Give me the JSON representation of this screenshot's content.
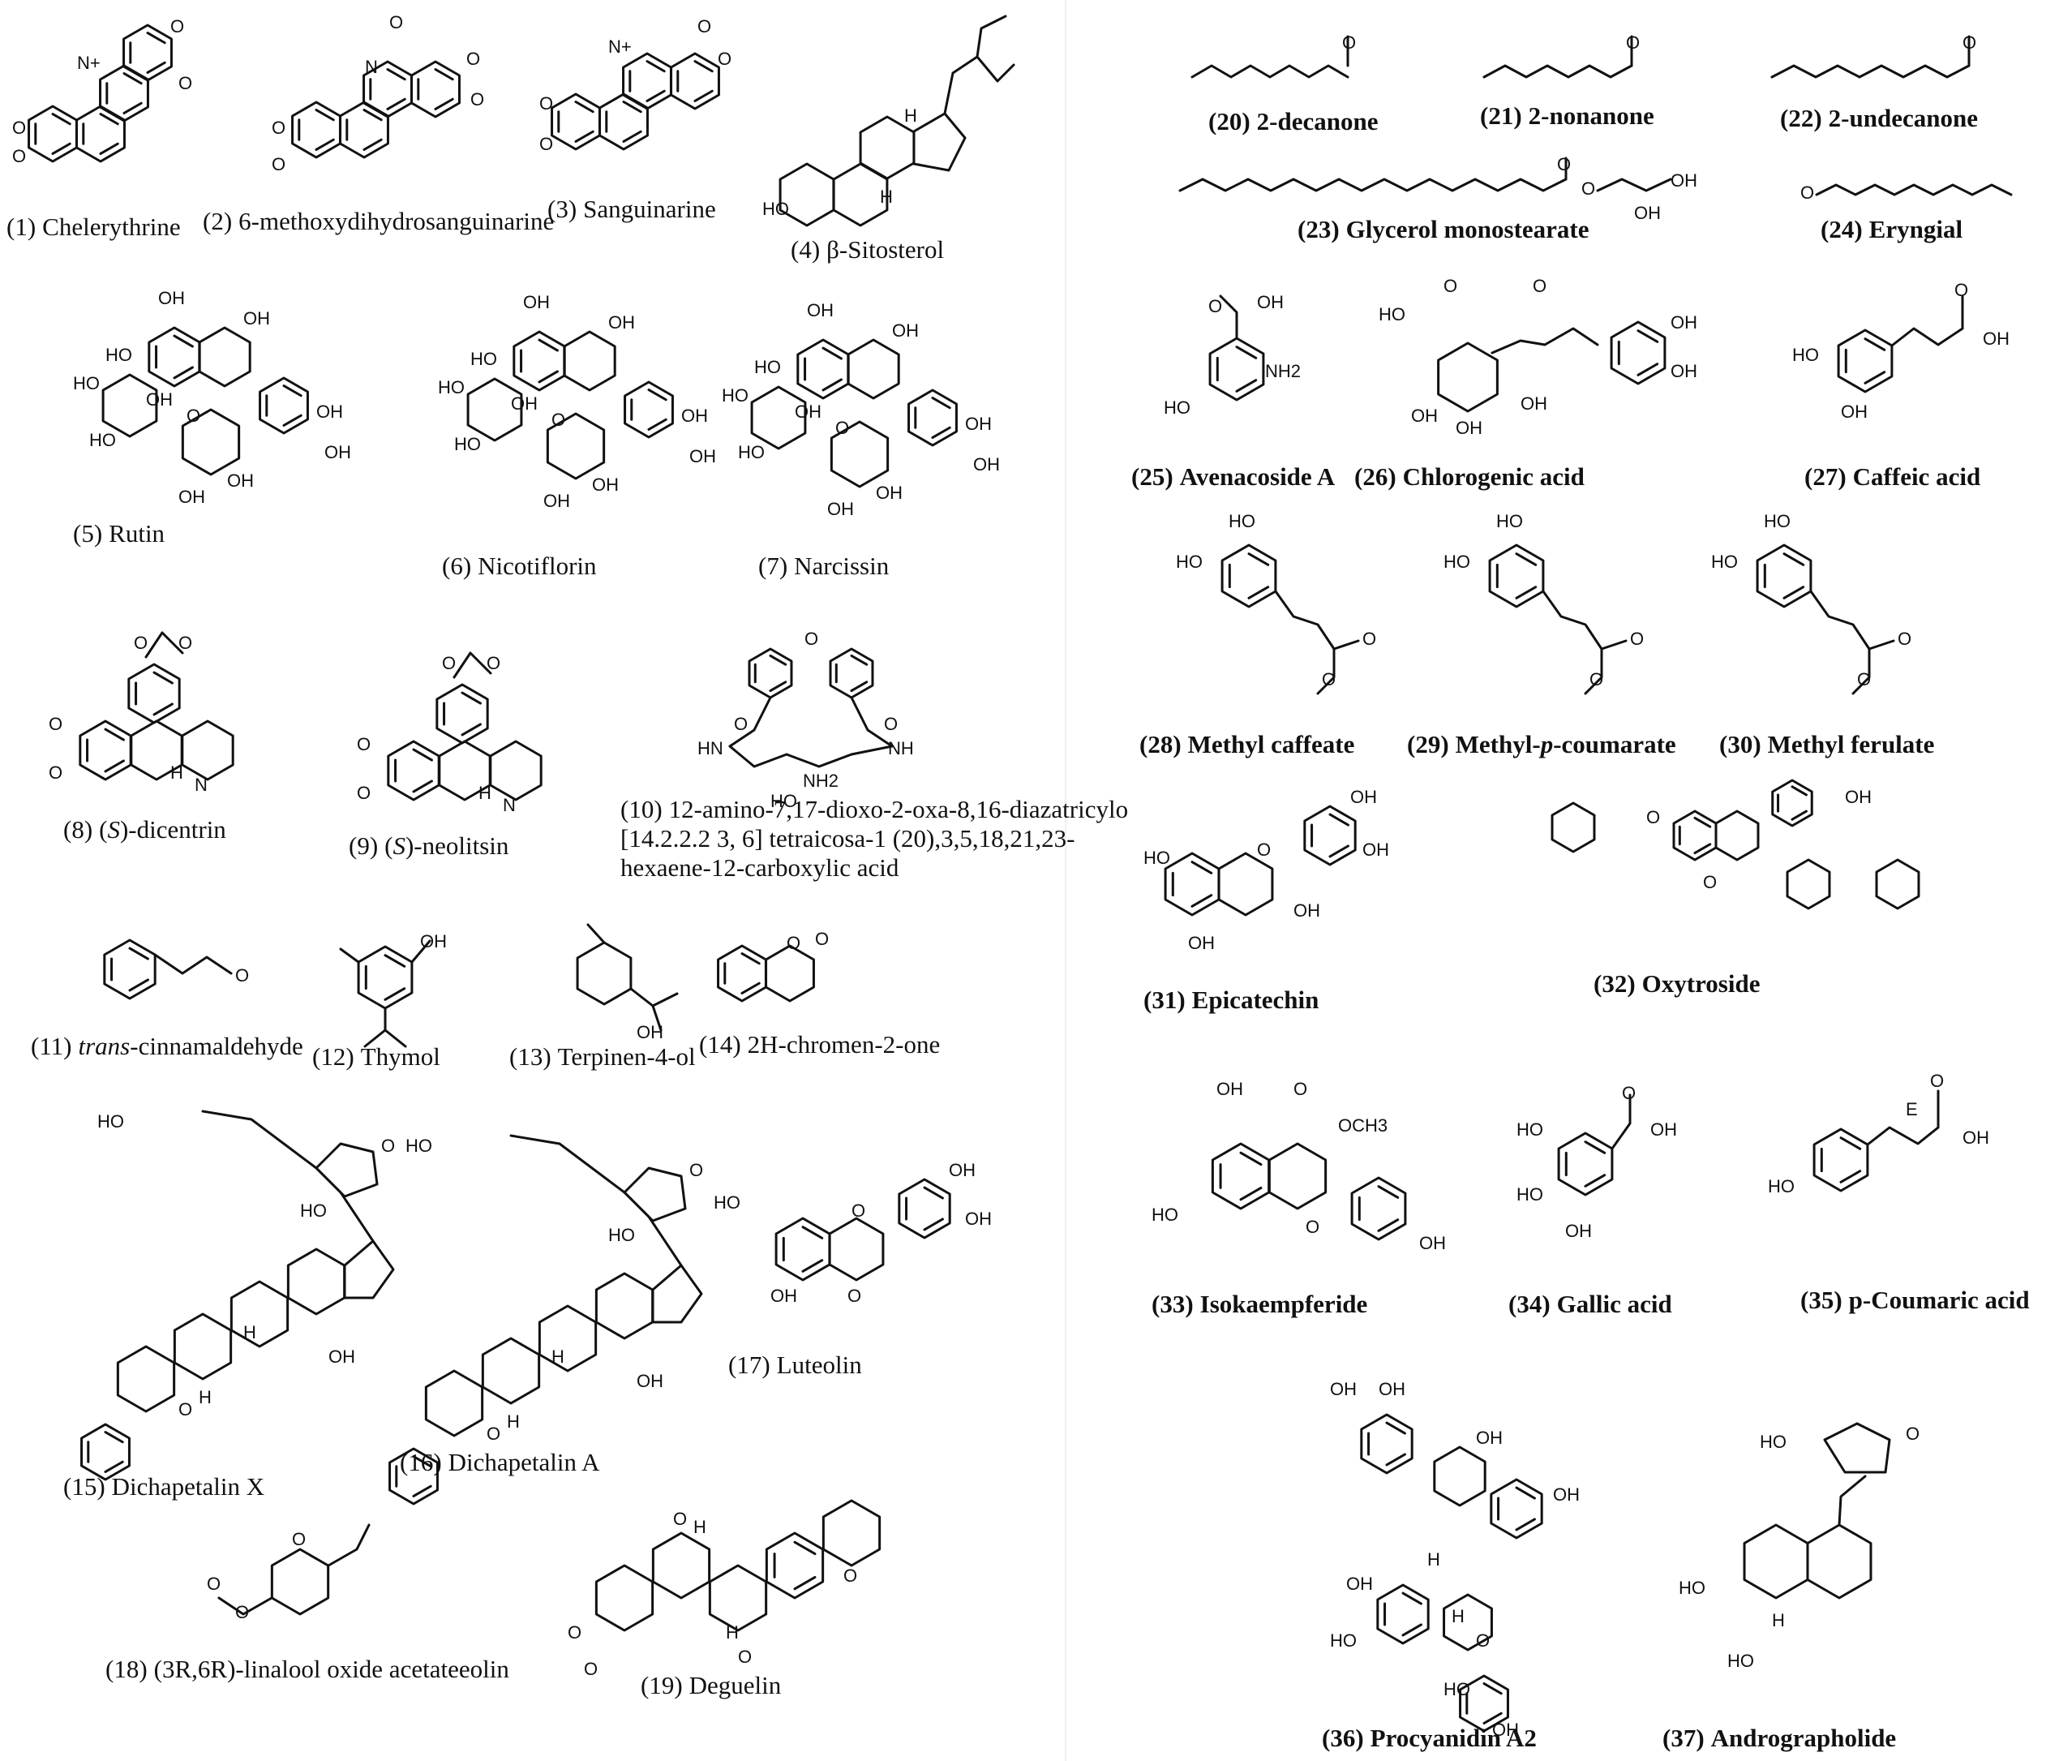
{
  "compounds": [
    {
      "num": "(1)",
      "name": "Chelerythrine"
    },
    {
      "num": "(2)",
      "name": "6-methoxydihydrosanguinarine"
    },
    {
      "num": "(3)",
      "name": "Sanguinarine"
    },
    {
      "num": "(4)",
      "name": "β-Sitosterol"
    },
    {
      "num": "(5)",
      "name": "Rutin"
    },
    {
      "num": "(6)",
      "name": "Nicotiflorin"
    },
    {
      "num": "(7)",
      "name": "Narcissin"
    },
    {
      "num": "(8)",
      "name_html": "(<i>S</i>)-dicentrin",
      "name": "(S)-dicentrin"
    },
    {
      "num": "(9)",
      "name_html": "(<i>S</i>)-neolitsin",
      "name": "(S)-neolitsin"
    },
    {
      "num": "(10)",
      "name": "12-amino-7,17-dioxo-2-oxa-8,16-diazatricylo [14.2.2.2 3, 6] tetraicosa-1 (20),3,5,18,21,23-hexaene-12-carboxylic acid",
      "lines": [
        "12-amino-7,17-dioxo-2-oxa-8,16-diazatricylo",
        "[14.2.2.2 3, 6] tetraicosa-1 (20),3,5,18,21,23-",
        "hexaene-12-carboxylic acid"
      ]
    },
    {
      "num": "(11)",
      "name_html": "<i>trans</i>-cinnamaldehyde",
      "name": "trans-cinnamaldehyde"
    },
    {
      "num": "(12)",
      "name": "Thymol"
    },
    {
      "num": "(13)",
      "name": "Terpinen-4-ol"
    },
    {
      "num": "(14)",
      "name": "2H-chromen-2-one"
    },
    {
      "num": "(15)",
      "name": "Dichapetalin X"
    },
    {
      "num": "(16)",
      "name": "Dichapetalin A"
    },
    {
      "num": "(17)",
      "name": "Luteolin"
    },
    {
      "num": "(18)",
      "name": "(3R,6R)-linalool oxide acetateeolin"
    },
    {
      "num": "(19)",
      "name": "Deguelin"
    },
    {
      "num": "(20)",
      "name": "2-decanone"
    },
    {
      "num": "(21)",
      "name": "2-nonanone"
    },
    {
      "num": "(22)",
      "name": "2-undecanone"
    },
    {
      "num": "(23)",
      "name": "Glycerol monostearate"
    },
    {
      "num": "(24)",
      "name": "Eryngial"
    },
    {
      "num": "(25)",
      "name": "Avenacoside A"
    },
    {
      "num": "(26)",
      "name": "Chlorogenic acid"
    },
    {
      "num": "(27)",
      "name": "Caffeic acid"
    },
    {
      "num": "(28)",
      "name": "Methyl caffeate"
    },
    {
      "num": "(29)",
      "name_html": "Methyl-<i>p</i>-coumarate",
      "name": "Methyl-p-coumarate"
    },
    {
      "num": "(30)",
      "name": "Methyl ferulate"
    },
    {
      "num": "(31)",
      "name": "Epicatechin"
    },
    {
      "num": "(32)",
      "name": "Oxytroside"
    },
    {
      "num": "(33)",
      "name": "Isokaempferide"
    },
    {
      "num": "(34)",
      "name": "Gallic acid"
    },
    {
      "num": "(35)",
      "name": "p-Coumaric acid"
    },
    {
      "num": "(36)",
      "name": "Procyanidin A2"
    },
    {
      "num": "(37)",
      "name": "Andrographolide"
    }
  ],
  "atom_labels": {
    "oh": "OH",
    "ho": "HO",
    "o": "O",
    "n": "N",
    "nplus": "N+",
    "nh": "NH",
    "hn": "HN",
    "nh2": "NH2",
    "h": "H",
    "och3": "OCH3",
    "e": "E"
  }
}
